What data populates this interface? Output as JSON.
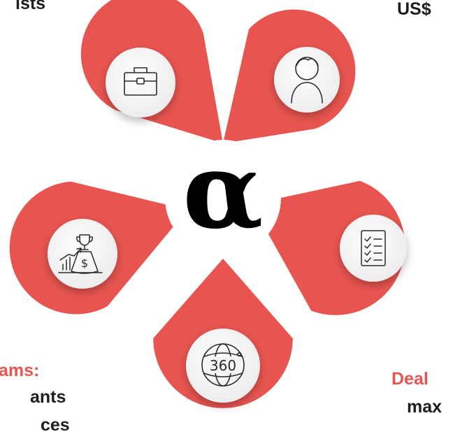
{
  "colors": {
    "accent_red": "#e85550",
    "text_dark": "#1e1e1e",
    "icon_stroke": "#2b2b2b",
    "disc": "#f2f2f2"
  },
  "center": {
    "symbol": "α"
  },
  "petals": [
    {
      "icon": "briefcase-icon"
    },
    {
      "icon": "person-icon"
    },
    {
      "icon": "checklist-icon"
    },
    {
      "icon": "globe-360-icon",
      "icon_text": "360"
    },
    {
      "icon": "trophy-growth-money-bag-icon",
      "bag_text": "$"
    }
  ],
  "partial_labels": {
    "top_left": "ists",
    "top_right": "US$",
    "bottom_left_line1": "ams:",
    "bottom_left_line2": "ants",
    "bottom_left_line3": "ces",
    "bottom_right_line1": "Deal",
    "bottom_right_line2": "max"
  }
}
